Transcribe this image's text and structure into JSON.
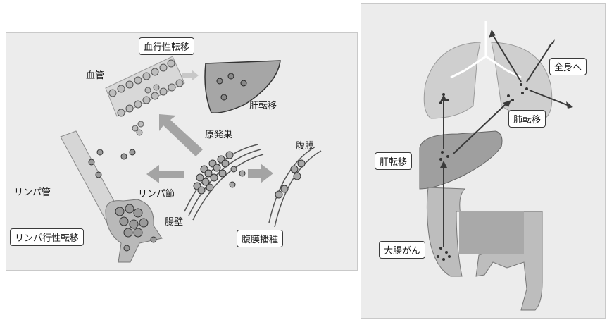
{
  "left_diagram": {
    "hematogenous_metastasis": "血行性転移",
    "blood_vessel": "血管",
    "liver_metastasis": "肝転移",
    "primary_lesion": "原発巣",
    "peritoneum": "腹膜",
    "lymph_vessel": "リンパ管",
    "lymph_node": "リンパ節",
    "intestinal_wall": "腸壁",
    "lymphogenous_metastasis": "リンパ行性転移",
    "peritoneal_dissemination": "腹膜播種"
  },
  "right_diagram": {
    "whole_body": "全身へ",
    "lung_metastasis": "肺転移",
    "liver_metastasis": "肝転移",
    "colorectal_cancer": "大腸がん"
  }
}
